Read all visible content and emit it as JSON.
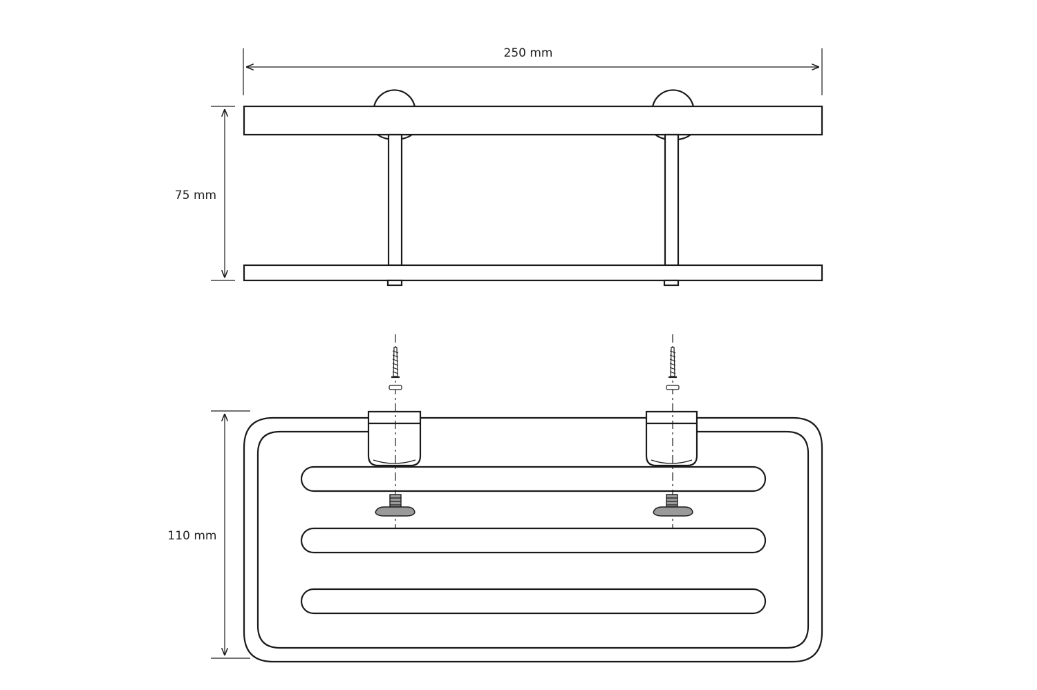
{
  "dimensions": {
    "width_label": "250 mm",
    "height_label": "75 mm",
    "depth_label": "110 mm"
  },
  "colors": {
    "line": "#1a1a1a",
    "background": "#ffffff",
    "screw_fill": "#9a9a9a"
  }
}
